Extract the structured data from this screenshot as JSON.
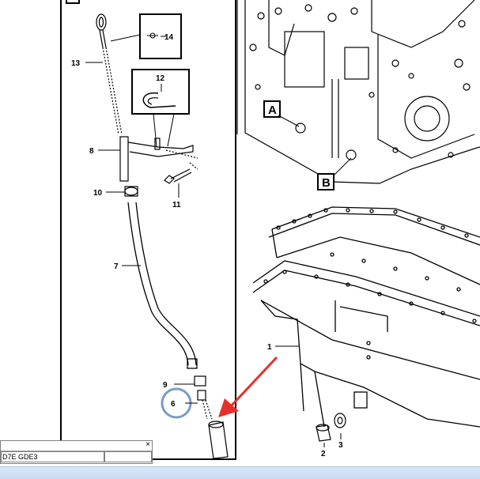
{
  "diagram": {
    "callouts": {
      "c1": "1",
      "c2": "2",
      "c3": "3",
      "c6": "6",
      "c7": "7",
      "c8": "8",
      "c9": "9",
      "c10": "10",
      "c11": "11",
      "c12": "12",
      "c13": "13",
      "c14": "14"
    },
    "labels": {
      "a": "A",
      "b": "B"
    },
    "colors": {
      "highlight_circle": "#7a9cc6",
      "arrow": "#e8302a",
      "line": "#000000"
    }
  },
  "mini_window": {
    "field_text": "D7E GDE3",
    "close_glyph": "×"
  }
}
